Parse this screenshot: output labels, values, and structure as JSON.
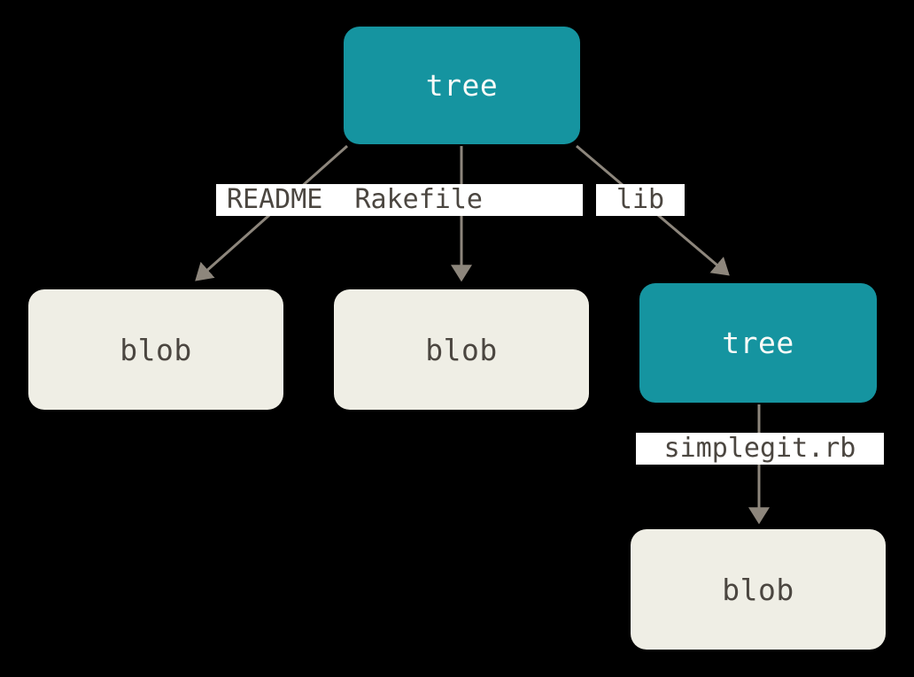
{
  "diagram": {
    "title": "git tree object structure",
    "background_color": "#000000",
    "tree_color": "#1594a0",
    "blob_color": "#efeee5",
    "edge_color": "#8d867c",
    "label_background": "#ffffff",
    "label_text_color": "#4b4640",
    "tree_text_color": "#fbfbf8"
  },
  "nodes": {
    "root_tree": {
      "label": "tree",
      "type": "tree"
    },
    "blob_readme": {
      "label": "blob",
      "type": "blob"
    },
    "blob_rakefile": {
      "label": "blob",
      "type": "blob"
    },
    "lib_tree": {
      "label": "tree",
      "type": "tree"
    },
    "blob_simplegit": {
      "label": "blob",
      "type": "blob"
    }
  },
  "edge_labels": {
    "readme_rakefile": "README  Rakefile",
    "lib": "lib",
    "simplegit": "simplegit.rb"
  }
}
